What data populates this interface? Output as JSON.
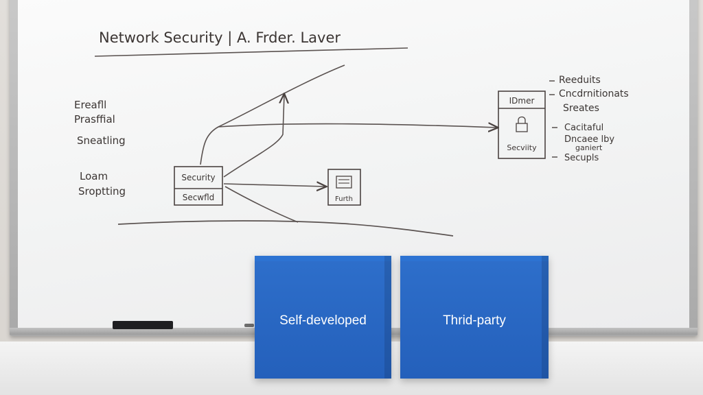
{
  "whiteboard": {
    "title": "Network Security |    A.  Frder. Laver",
    "left_notes": [
      "Ereafll",
      "Prasffial",
      "Sneatling",
      "Loam",
      "Sroptting"
    ],
    "center_box": {
      "top": "Security",
      "bottom": "Secwfld"
    },
    "small_box": {
      "label": "Furth"
    },
    "right_box": {
      "top": "IDmer",
      "bottom": "Secviity"
    },
    "right_notes": [
      "Reeduits",
      "Cncdrnitionats",
      "Sreates",
      "Cacitaful",
      "Dncaee lby",
      "ganiert",
      "Secupls"
    ]
  },
  "boxes": [
    {
      "label": "Self-developed"
    },
    {
      "label": "Thrid-party"
    }
  ],
  "colors": {
    "box_blue": "#2a68c5",
    "ink": "#3b3533"
  }
}
